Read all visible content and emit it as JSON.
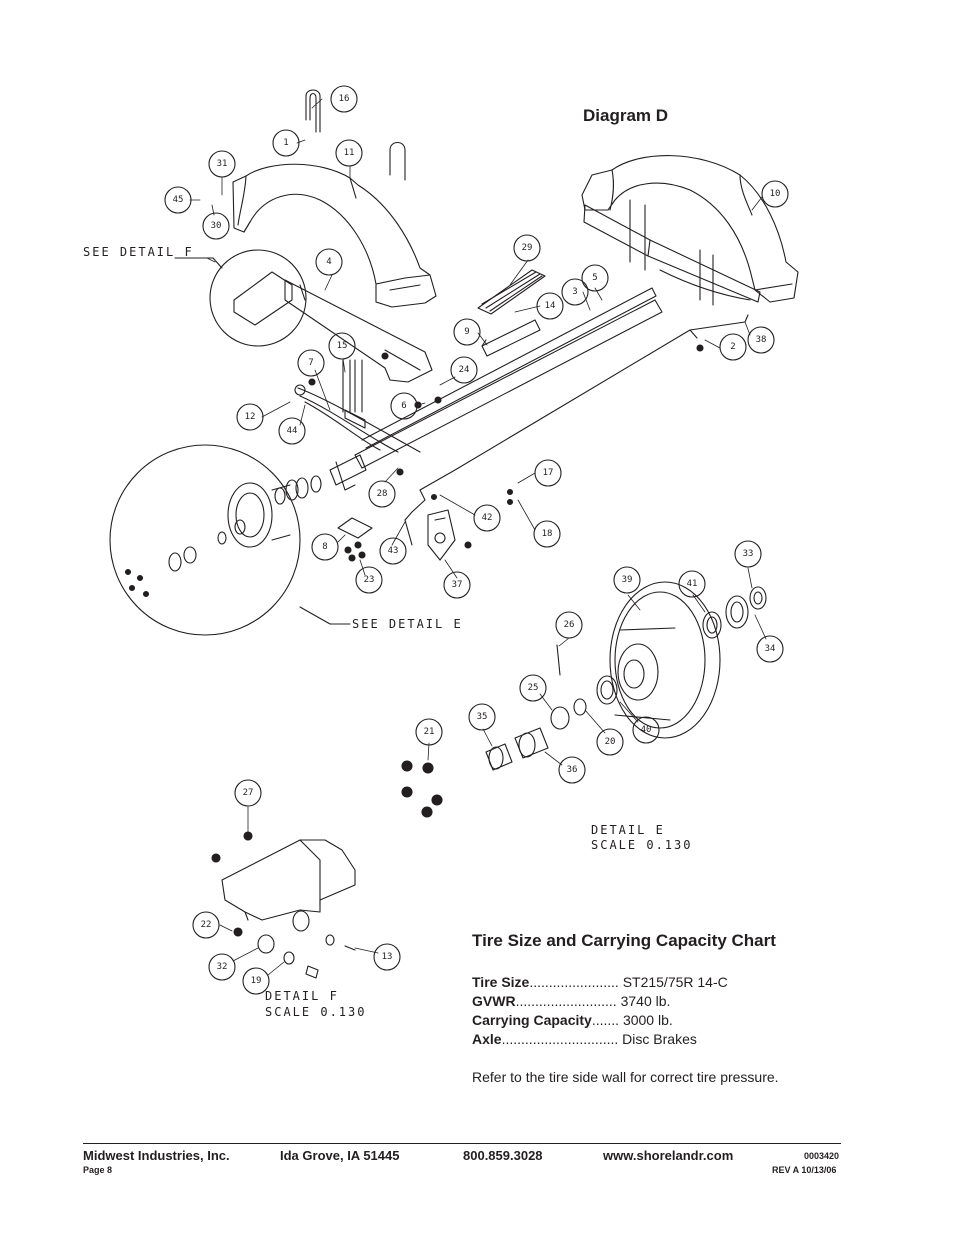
{
  "diagram": {
    "title": "Diagram D",
    "detail_labels": {
      "see_detail_f": "SEE DETAIL  F",
      "see_detail_e": "SEE DETAIL  E",
      "detail_e_title": "DETAIL  E",
      "detail_e_scale": "SCALE  0.130",
      "detail_f_title": "DETAIL  F",
      "detail_f_scale": "SCALE  0.130"
    },
    "callouts": [
      "16",
      "1",
      "11",
      "31",
      "45",
      "30",
      "10",
      "29",
      "4",
      "3",
      "5",
      "14",
      "9",
      "2",
      "38",
      "15",
      "7",
      "24",
      "6",
      "12",
      "44",
      "17",
      "28",
      "42",
      "18",
      "8",
      "43",
      "23",
      "37",
      "39",
      "41",
      "33",
      "34",
      "26",
      "25",
      "20",
      "40",
      "35",
      "36",
      "21",
      "27",
      "22",
      "13",
      "32",
      "19"
    ]
  },
  "chart": {
    "title": "Tire Size and Carrying Capacity Chart",
    "rows": [
      {
        "label": "Tire Size",
        "dots": ".......................",
        "value": "ST215/75R 14-C"
      },
      {
        "label": "GVWR",
        "dots": "..........................",
        "value": "3740 lb."
      },
      {
        "label": "Carrying Capacity",
        "dots": ".......",
        "value": "3000 lb."
      },
      {
        "label": "Axle",
        "dots": "..............................",
        "value": "Disc Brakes"
      }
    ],
    "note": "Refer to the tire side wall for correct tire pressure."
  },
  "footer": {
    "company": "Midwest Industries, Inc.",
    "page": "Page 8",
    "city": "Ida Grove, IA  51445",
    "phone": "800.859.3028",
    "website": "www.shorelandr.com",
    "doc_number": "0003420",
    "revision": "REV A  10/13/06"
  }
}
